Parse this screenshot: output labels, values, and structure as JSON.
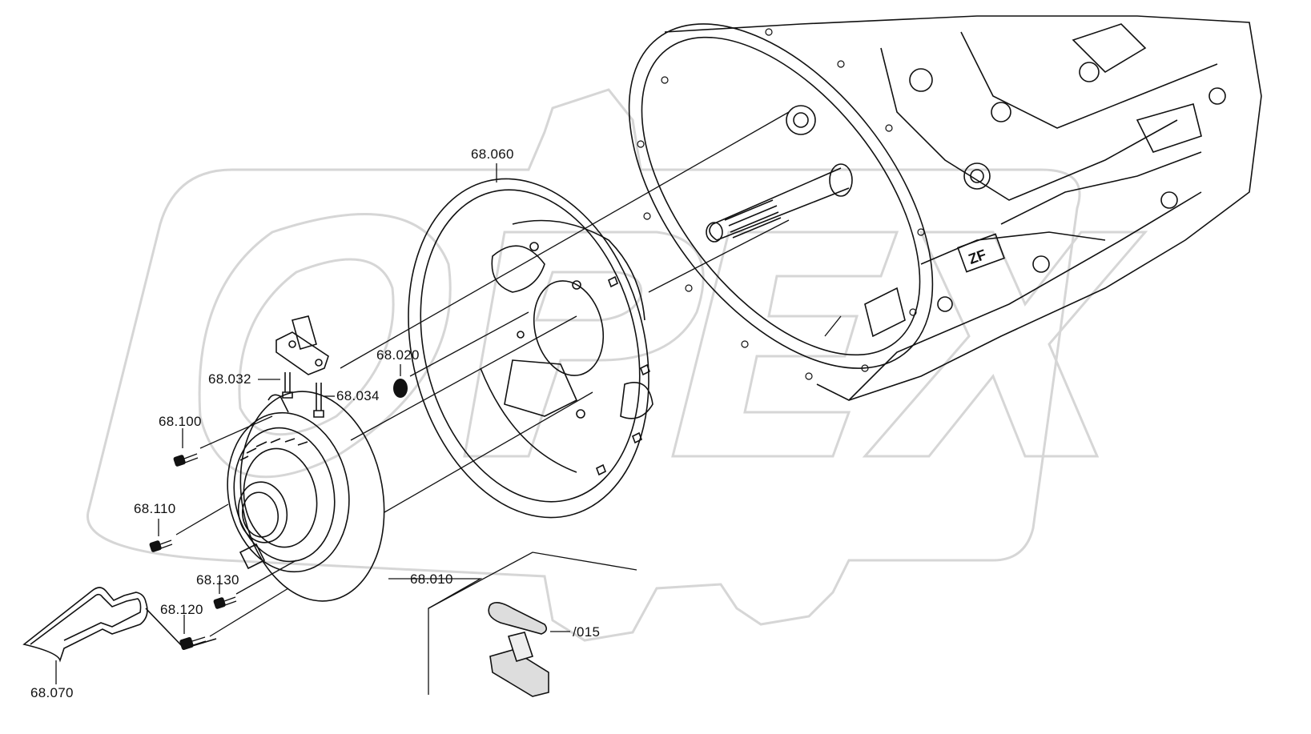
{
  "labels": {
    "p68_060": "68.060",
    "p68_020": "68.020",
    "p68_032": "68.032",
    "p68_034": "68.034",
    "p68_100": "68.100",
    "p68_110": "68.110",
    "p68_010": "68.010",
    "p68_130": "68.130",
    "p68_120": "68.120",
    "p68_070": "68.070",
    "p015": "/015"
  },
  "watermark": {
    "text": "OPEX",
    "color": "#d9d9d9"
  },
  "emblem": {
    "text": "ZF"
  },
  "colors": {
    "line": "#111111",
    "background": "#ffffff"
  }
}
